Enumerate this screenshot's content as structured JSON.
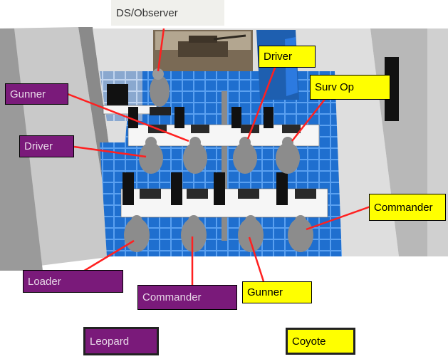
{
  "observer": {
    "label": "DS/Observer"
  },
  "crew_labels": {
    "gunner_left": "Gunner",
    "driver_left": "Driver",
    "loader": "Loader",
    "commander_bottom": "Commander",
    "driver_right": "Driver",
    "surv_op": "Surv Op",
    "commander_right": "Commander",
    "gunner_bottom": "Gunner"
  },
  "legend": {
    "leopard": "Leopard",
    "coyote": "Coyote"
  },
  "colors": {
    "leopard": "#7a1a7a",
    "coyote": "#ffff00",
    "pointer": "#ff2020",
    "floor": "#1f6fcf"
  }
}
